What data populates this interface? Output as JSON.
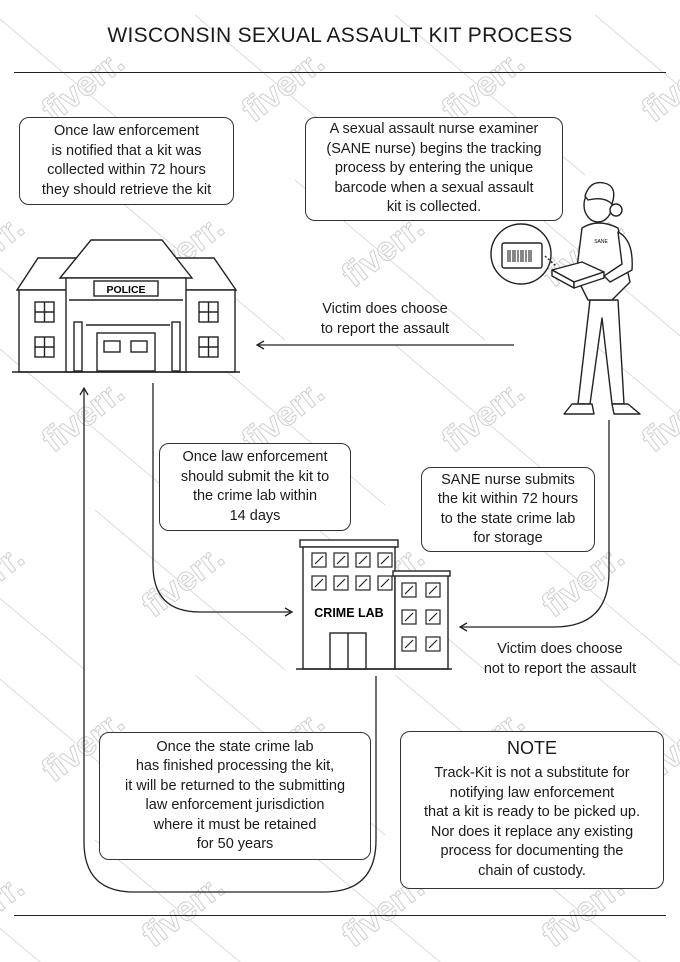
{
  "title": "WISCONSIN SEXUAL ASSAULT KIT PROCESS",
  "boxes": {
    "police_retrieve": [
      "Once law enforcement",
      "is notified that a kit was",
      "collected within 72 hours",
      "they should retrieve the kit"
    ],
    "sane_tracking": [
      "A sexual assault nurse examiner",
      "(SANE nurse) begins the tracking",
      "process by entering the unique",
      "barcode when a sexual assault",
      "kit is collected."
    ],
    "submit_14": [
      "Once law enforcement",
      "should  submit the kit to",
      "the crime lab within",
      "14 days"
    ],
    "sane_submits": [
      "SANE nurse submits",
      "the kit within 72 hours",
      "to the state crime lab",
      "for storage"
    ],
    "returned": [
      "Once the state crime lab",
      "has finished processing the kit,",
      "it will be returned to the submitting",
      "law enforcement jurisdiction",
      "where it must be retained",
      "for 50 years"
    ],
    "note_title": "NOTE",
    "note": [
      "Track-Kit is not a substitute for",
      "notifying law enforcement",
      "that a kit is ready to be picked up.",
      "Nor does it replace any existing",
      "process for documenting the",
      "chain of custody."
    ]
  },
  "labels": {
    "report": [
      "Victim does choose",
      "to report the assault"
    ],
    "not_report": [
      "Victim does choose",
      "not to report the assault"
    ]
  },
  "buildings": {
    "police": "POLICE",
    "crime_lab": "CRIME LAB"
  },
  "nurse_badge": "SANE",
  "watermark": "fiverr."
}
